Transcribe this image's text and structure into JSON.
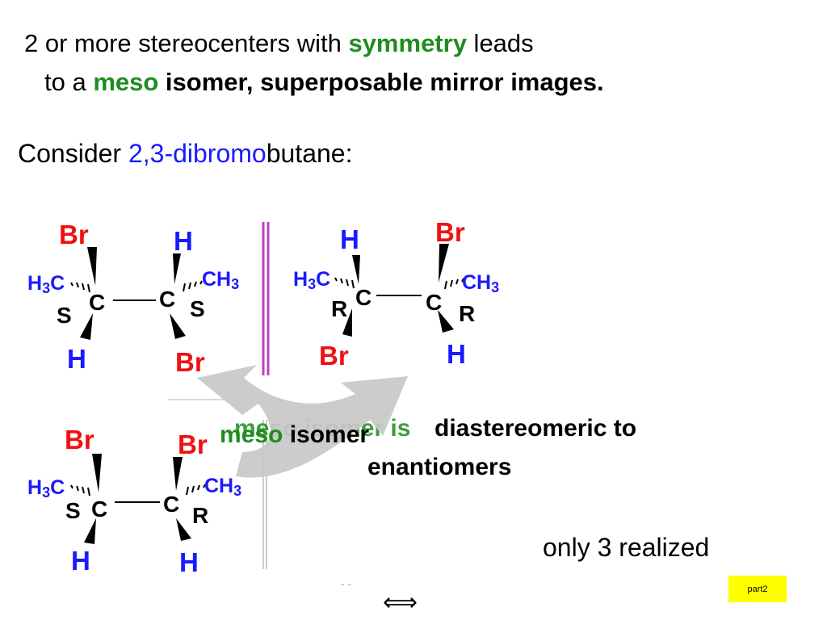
{
  "heading": {
    "line1_pre": "2 or more stereocenters with ",
    "line1_key": "symmetry",
    "line1_post": " leads",
    "line2_pre": "to a ",
    "line2_key": "meso",
    "line2_post": " isomer, superposable mirror images."
  },
  "consider": {
    "pre": "Consider ",
    "highlight": "2,3-dibromo",
    "post": "butane:"
  },
  "molecules": {
    "top_left": {
      "top_left_sub": "Br",
      "top_right_sub": "H",
      "bottom_left_sub": "H",
      "bottom_right_sub": "Br",
      "left_config": "S",
      "right_config": "S"
    },
    "top_right": {
      "top_left_sub": "H",
      "top_right_sub": "Br",
      "bottom_left_sub": "Br",
      "bottom_right_sub": "H",
      "left_config": "R",
      "right_config": "R"
    },
    "bottom_left": {
      "top_left_sub": "Br",
      "top_right_sub": "Br",
      "bottom_left_sub": "H",
      "bottom_right_sub": "H",
      "left_config": "S",
      "right_config": "R"
    },
    "methyl_left": "H3C",
    "methyl_right": "CH3",
    "carbon": "C"
  },
  "meso_label": {
    "meso": "meso",
    "isomer": " isomer"
  },
  "diastereo": {
    "ghost_pre": "meso isomer is ",
    "line1": "diastereomeric to",
    "line2": "enantiomers"
  },
  "only_realized": "only 3 realized",
  "nav": {
    "dashes": "- -",
    "part2_label": "part2",
    "arrow_glyph": "⟺"
  },
  "colors": {
    "green": "#1e8c1e",
    "blue": "#1a1aff",
    "red": "#ee1111",
    "mirror": "#c040c0",
    "arrow_fill": "#c8c8c8",
    "button_bg": "#ffff00"
  }
}
